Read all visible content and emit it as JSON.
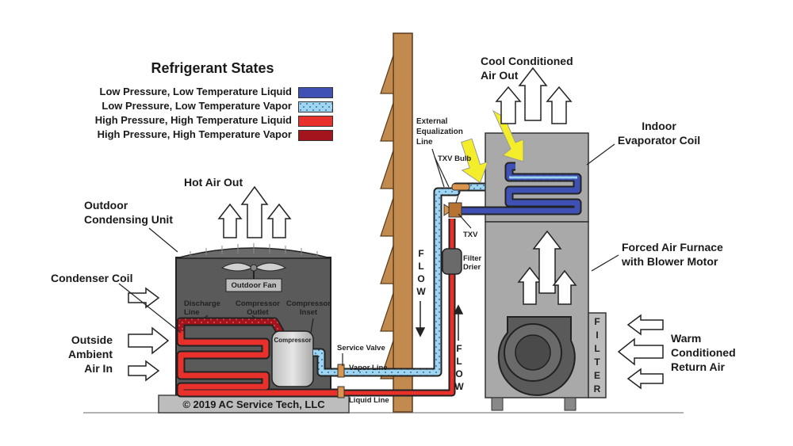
{
  "legend": {
    "title": "Refrigerant States",
    "items": [
      {
        "label": "Low Pressure, Low Temperature Liquid",
        "color": "#3f51b5",
        "pattern": "solid"
      },
      {
        "label": "Low Pressure, Low Temperature Vapor",
        "color": "#9ed6f2",
        "pattern": "dotted"
      },
      {
        "label": "High Pressure, High Temperature Liquid",
        "color": "#e8312a",
        "pattern": "solid"
      },
      {
        "label": "High Pressure, High Temperature Vapor",
        "color": "#a3141c",
        "pattern": "dotted"
      }
    ]
  },
  "outdoor": {
    "hot_air_out": "Hot Air Out",
    "unit_label": "Outdoor\nCondensing Unit",
    "condenser_coil": "Condenser Coil",
    "ambient_air": "Outside\nAmbient\nAir In",
    "fan": "Outdoor Fan",
    "discharge_line": "Discharge\nLine",
    "compressor_outlet": "Compressor\nOutlet",
    "compressor_inset": "Compressor\nInset",
    "compressor": "Compressor",
    "copyright": "© 2019 AC Service Tech, LLC"
  },
  "lines": {
    "service_valve": "Service Valve",
    "vapor_line": "Vapor Line",
    "liquid_line": "Liquid Line",
    "flow_down": "F\nL\nO\nW",
    "flow_up": "F\nL\nO\nW"
  },
  "indoor": {
    "cool_air": "Cool Conditioned\nAir Out",
    "evaporator": "Indoor\nEvaporator Coil",
    "external_eq": "External\nEqualization\nLine",
    "txv_bulb": "TXV Bulb",
    "txv": "TXV",
    "filter_drier": "Filter\nDrier",
    "furnace": "Forced Air Furnace\nwith Blower Motor",
    "filter": "F\nI\nL\nT\nE\nR",
    "return_air": "Warm\nConditioned\nReturn Air"
  },
  "colors": {
    "low_liquid": "#3f51b5",
    "low_vapor": "#9ed6f2",
    "high_liquid": "#e8312a",
    "high_vapor": "#a3141c",
    "cabinet_dark": "#555555",
    "cabinet_light": "#a9a9a9",
    "wall": "#c28a4e",
    "arrow_yellow": "#f4ee2a"
  }
}
